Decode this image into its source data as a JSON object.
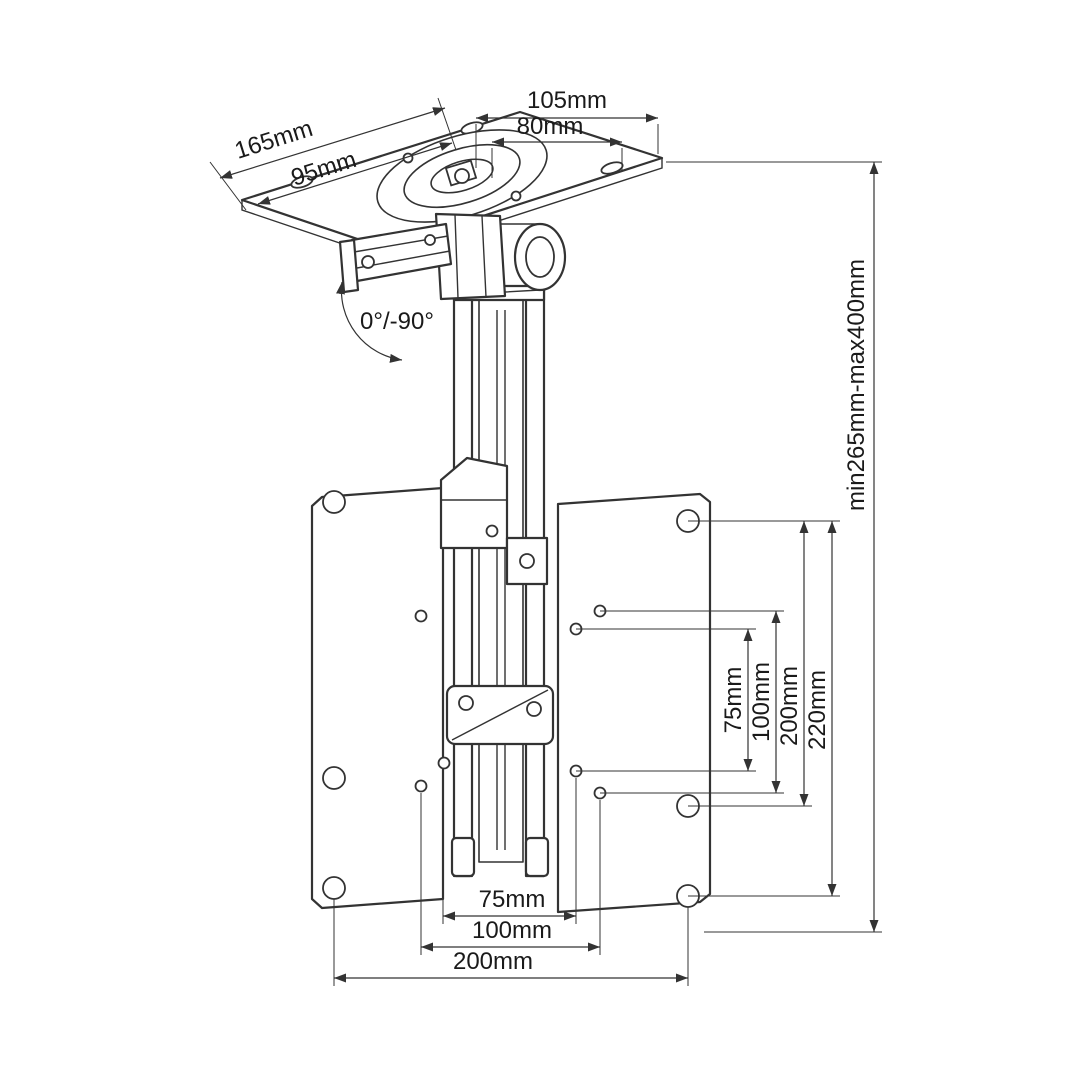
{
  "colors": {
    "line": "#333333",
    "text": "#1a1a1a",
    "background": "#ffffff"
  },
  "annotations": {
    "top_plate": {
      "width": "105mm",
      "hole_width": "80mm",
      "depth": "165mm",
      "hole_depth": "95mm"
    },
    "tilt": "0°/-90°",
    "extension": "min265mm-max400mm",
    "vesa_vertical": {
      "v75": "75mm",
      "v100": "100mm",
      "v200": "200mm",
      "v220": "220mm"
    },
    "vesa_horizontal": {
      "h75": "75mm",
      "h100": "100mm",
      "h200": "200mm"
    }
  }
}
